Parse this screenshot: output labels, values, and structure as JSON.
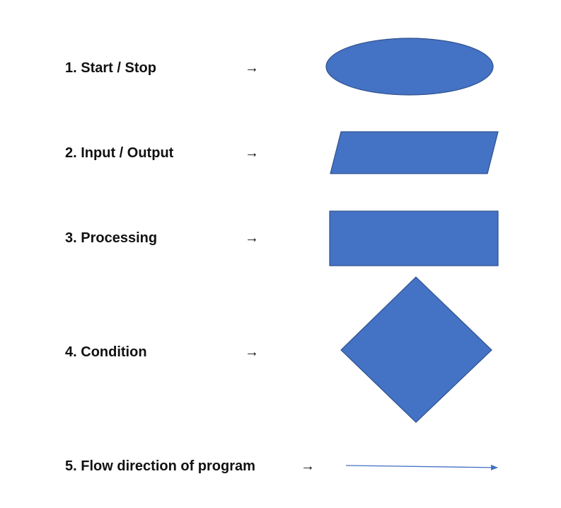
{
  "legend": {
    "items": [
      {
        "number": "1.",
        "label": "Start / Stop",
        "shape": "ellipse-shape"
      },
      {
        "number": "2.",
        "label": "Input / Output",
        "shape": "parallelogram-shape"
      },
      {
        "number": "3.",
        "label": "Processing",
        "shape": "rectangle-shape"
      },
      {
        "number": "4.",
        "label": "Condition",
        "shape": "diamond-shape"
      },
      {
        "number": "5.",
        "label": "Flow direction of  program",
        "shape": "flow-line-arrow"
      }
    ],
    "arrow_glyph": "→"
  },
  "colors": {
    "shape_fill": "#4472C4",
    "shape_stroke": "#2F528F",
    "text": "#111111"
  }
}
